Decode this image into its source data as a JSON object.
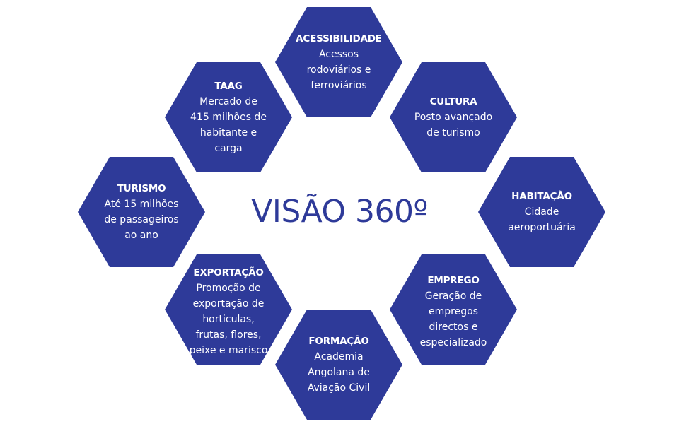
{
  "center_title": "VISÃO 360º",
  "accent_color": "#2e3a99",
  "hexagons": {
    "acessibilidade": {
      "title": "ACESSIBILIDADE",
      "text": "Acessos rodoviários e ferroviários"
    },
    "taag": {
      "title": "TAAG",
      "text": "Mercado de 415 milhões de habitante e carga"
    },
    "cultura": {
      "title": "CULTURA",
      "text": "Posto avançado de turismo"
    },
    "turismo": {
      "title": "TURISMO",
      "text": "Até 15 milhões de passageiros ao ano"
    },
    "habitacao": {
      "title": "HABITAÇÃO",
      "text": "Cidade aeroportuária"
    },
    "exportacao": {
      "title": "EXPORTAÇÃO",
      "text": "Promoção de exportação de horticulas, frutas, flores, peixe e marisco"
    },
    "emprego": {
      "title": "EMPREGO",
      "text": "Geração de empregos directos e especializado"
    },
    "formacao": {
      "title": "FORMAÇÂO",
      "text": "Academia Angolana de Aviação Civil"
    }
  }
}
